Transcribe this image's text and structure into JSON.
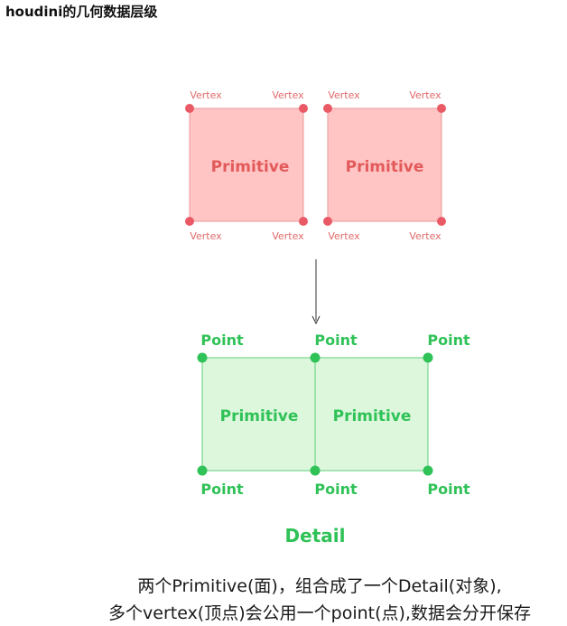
{
  "page": {
    "title": "houdini的几何数据层级"
  },
  "diagram": {
    "top": {
      "vertex_label": "Vertex",
      "primitive_label": "Primitive",
      "fill_color": "#ffc4c4",
      "stroke_color": "#e89898",
      "dot_color": "#ea5a66"
    },
    "bottom": {
      "point_label": "Point",
      "primitive_label": "Primitive",
      "fill_color": "#ddf7dd",
      "stroke_color": "#5fcf7a",
      "dot_color": "#2fc257"
    },
    "detail_label": "Detail",
    "caption_line1": "两个Primitive(面)，组合成了一个Detail(对象),",
    "caption_line2": "多个vertex(顶点)会公用一个point(点),数据会分开保存"
  }
}
